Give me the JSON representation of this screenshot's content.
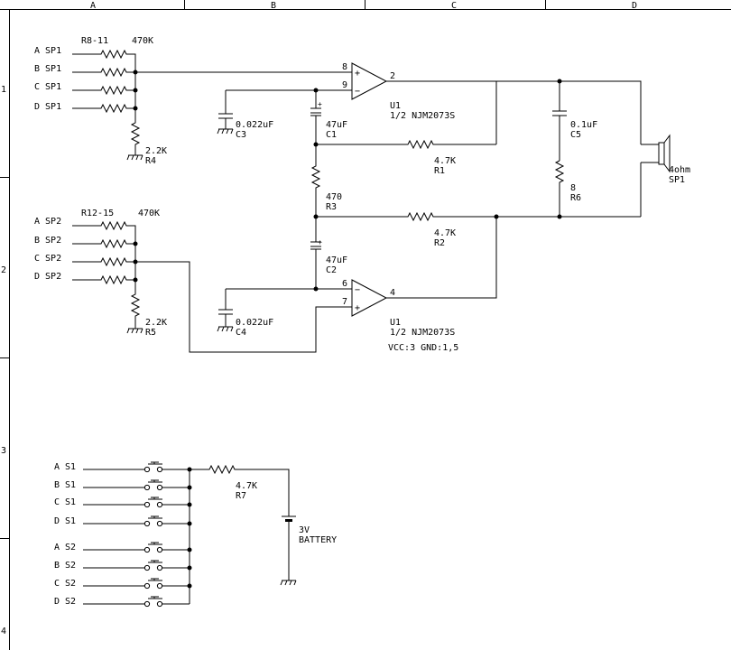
{
  "frame": {
    "columns": [
      "A",
      "B",
      "C",
      "D"
    ],
    "rows": [
      "1",
      "2",
      "3",
      "4"
    ]
  },
  "sp1_inputs": [
    "A SP1",
    "B SP1",
    "C SP1",
    "D SP1"
  ],
  "sp2_inputs": [
    "A SP2",
    "B SP2",
    "C SP2",
    "D SP2"
  ],
  "switch_inputs": [
    "A S1",
    "B S1",
    "C S1",
    "D S1",
    "A S2",
    "B S2",
    "C S2",
    "D S2"
  ],
  "labels": {
    "r8_11": "R8-11",
    "r8_11_value": "470K",
    "r12_15": "R12-15",
    "r12_15_value": "470K",
    "r4_value": "2.2K",
    "r4": "R4",
    "r5_value": "2.2K",
    "r5": "R5",
    "c3_value": "0.022uF",
    "c3": "C3",
    "c4_value": "0.022uF",
    "c4": "C4",
    "c1_value": "47uF",
    "c1": "C1",
    "c2_value": "47uF",
    "c2": "C2",
    "r3_value": "470",
    "r3": "R3",
    "r1_value": "4.7K",
    "r1": "R1",
    "r2_value": "4.7K",
    "r2": "R2",
    "c5_value": "0.1uF",
    "c5": "C5",
    "r6_value": "8",
    "r6": "R6",
    "speaker_value": "4ohm",
    "speaker": "SP1",
    "u1a": "U1",
    "u1a_part": "1/2 NJM2073S",
    "u1b": "U1",
    "u1b_part": "1/2 NJM2073S",
    "power_note": "VCC:3   GND:1,5",
    "r7_value": "4.7K",
    "r7": "R7",
    "battery_value": "3V",
    "battery": "BATTERY",
    "pin_8": "8",
    "pin_9": "9",
    "pin_2": "2",
    "pin_6": "6",
    "pin_7": "7",
    "pin_4": "4",
    "plus_a": "+",
    "minus_a": "−",
    "minus_b": "−",
    "plus_b": "+",
    "c1_polarity": "+",
    "c2_polarity": "+"
  }
}
